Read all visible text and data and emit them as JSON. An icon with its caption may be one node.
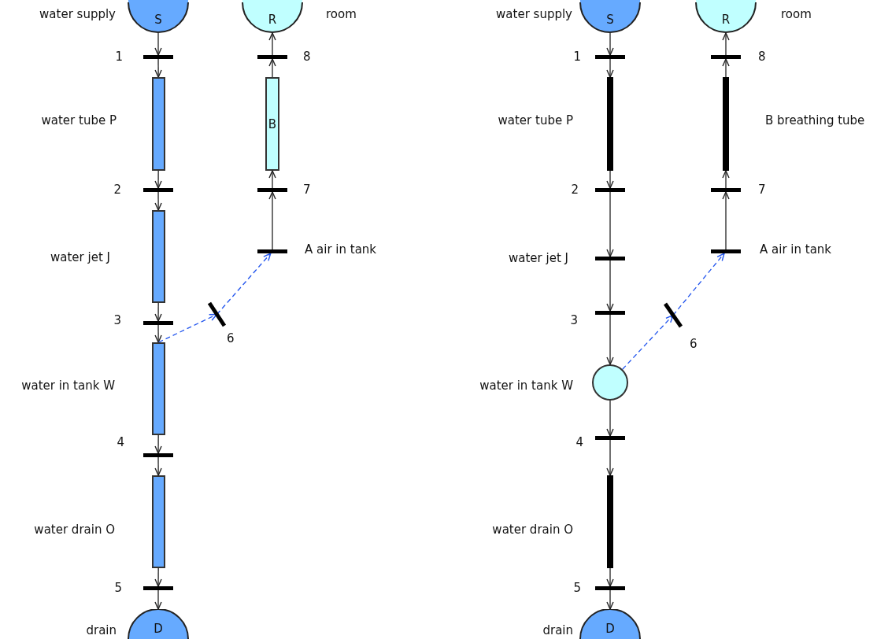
{
  "diagram": {
    "nodes": [
      {
        "text": [
          "S"
        ],
        "beside": [
          "water supply"
        ]
      },
      {
        "text": [
          "R"
        ],
        "beside": [
          "room"
        ]
      },
      {
        "text": [],
        "shape": "bar",
        "beside": [
          "1"
        ]
      },
      {
        "text": [],
        "shape": "bar",
        "beside": [
          "8"
        ]
      },
      {
        "text": [],
        "shape": "box",
        "beside": [
          "water tube P"
        ]
      },
      {
        "text": [
          "B"
        ]
      },
      {
        "text": [],
        "shape": "bar",
        "beside": [
          "2"
        ]
      },
      {
        "text": [],
        "shape": "bar",
        "beside": [
          "7"
        ]
      },
      {
        "text": [],
        "shape": "box",
        "beside": [
          "water jet J"
        ]
      },
      {
        "text": [],
        "shape": "bar",
        "beside": [
          "A air in tank"
        ]
      },
      {
        "text": [],
        "shape": "bar",
        "beside": [
          "3"
        ]
      },
      {
        "text": [],
        "shape": "bar",
        "beside": [
          "6"
        ]
      },
      {
        "text": [],
        "shape": "box",
        "beside": [
          "water in tank W"
        ]
      },
      {
        "text": [],
        "shape": "bar",
        "beside": [
          "4"
        ]
      },
      {
        "text": [],
        "shape": "box",
        "beside": [
          "water drain O"
        ]
      },
      {
        "text": [],
        "shape": "bar",
        "beside": [
          "5"
        ]
      },
      {
        "text": [
          "D"
        ],
        "beside": [
          "drain"
        ]
      },
      {
        "text": [
          "S"
        ],
        "beside": [
          "water supply"
        ]
      },
      {
        "text": [
          "R"
        ],
        "beside": [
          "room"
        ]
      },
      {
        "text": [],
        "shape": "bar",
        "beside": [
          "1"
        ]
      },
      {
        "text": [],
        "shape": "bar",
        "beside": [
          "8"
        ]
      },
      {
        "text": [],
        "shape": "bar",
        "beside": [
          "water tube P"
        ]
      },
      {
        "text": [],
        "shape": "bar",
        "beside": [
          "B breathing tube"
        ]
      },
      {
        "text": [],
        "shape": "bar",
        "beside": [
          "2"
        ]
      },
      {
        "text": [],
        "shape": "bar",
        "beside": [
          "7"
        ]
      },
      {
        "text": [],
        "shape": "bar",
        "beside": [
          "water jet J"
        ]
      },
      {
        "text": [],
        "shape": "bar",
        "beside": [
          "A air in tank"
        ]
      },
      {
        "text": [],
        "shape": "bar",
        "beside": [
          "3"
        ]
      },
      {
        "text": [],
        "shape": "bar",
        "beside": [
          "6"
        ]
      },
      {
        "text": [],
        "shape": "circle",
        "beside": [
          "water in tank W"
        ]
      },
      {
        "text": [],
        "shape": "bar",
        "beside": [
          "4"
        ]
      },
      {
        "text": [],
        "shape": "bar",
        "beside": [
          "water drain O"
        ]
      },
      {
        "text": [],
        "shape": "bar",
        "beside": [
          "5"
        ]
      },
      {
        "text": [
          "D"
        ],
        "beside": [
          "drain"
        ]
      }
    ],
    "edges": [
      {
        "from": 0,
        "to": 2,
        "arrow": "to"
      },
      {
        "from": 2,
        "to": 4,
        "arrow": "to"
      },
      {
        "from": 4,
        "to": 6,
        "arrow": "to"
      },
      {
        "from": 6,
        "to": 8,
        "arrow": "to"
      },
      {
        "from": 8,
        "to": 10,
        "arrow": "to"
      },
      {
        "from": 10,
        "to": 12,
        "arrow": "to"
      },
      {
        "from": 12,
        "to": 13,
        "arrow": "to"
      },
      {
        "from": 13,
        "to": 14,
        "arrow": "to"
      },
      {
        "from": 14,
        "to": 15,
        "arrow": "to"
      },
      {
        "from": 15,
        "to": 16,
        "arrow": "to"
      },
      {
        "from": 9,
        "to": 7,
        "arrow": "to"
      },
      {
        "from": 7,
        "to": 5,
        "arrow": "to"
      },
      {
        "from": 5,
        "to": 3,
        "arrow": "to"
      },
      {
        "from": 3,
        "to": 1,
        "arrow": "to"
      },
      {
        "from": 12,
        "to": 11,
        "arrow": "to",
        "style": "dashed",
        "color": "#2255ee"
      },
      {
        "from": 11,
        "to": 9,
        "arrow": "to",
        "style": "dashed",
        "color": "#2255ee"
      },
      {
        "from": 17,
        "to": 19,
        "arrow": "to"
      },
      {
        "from": 19,
        "to": 21,
        "arrow": "to"
      },
      {
        "from": 21,
        "to": 23,
        "arrow": "to"
      },
      {
        "from": 23,
        "to": 25,
        "arrow": "to"
      },
      {
        "from": 25,
        "to": 27,
        "arrow": "to"
      },
      {
        "from": 27,
        "to": 29,
        "arrow": "to"
      },
      {
        "from": 29,
        "to": 30,
        "arrow": "to"
      },
      {
        "from": 30,
        "to": 31,
        "arrow": "to"
      },
      {
        "from": 31,
        "to": 32,
        "arrow": "to"
      },
      {
        "from": 32,
        "to": 33,
        "arrow": "to"
      },
      {
        "from": 26,
        "to": 24,
        "arrow": "to"
      },
      {
        "from": 24,
        "to": 22,
        "arrow": "to"
      },
      {
        "from": 22,
        "to": 20,
        "arrow": "to"
      },
      {
        "from": 20,
        "to": 18,
        "arrow": "to"
      },
      {
        "from": 29,
        "to": 28,
        "arrow": "to",
        "style": "dashed",
        "color": "#2255ee"
      },
      {
        "from": 28,
        "to": 26,
        "arrow": "to",
        "style": "dashed",
        "color": "#2255ee"
      }
    ]
  }
}
